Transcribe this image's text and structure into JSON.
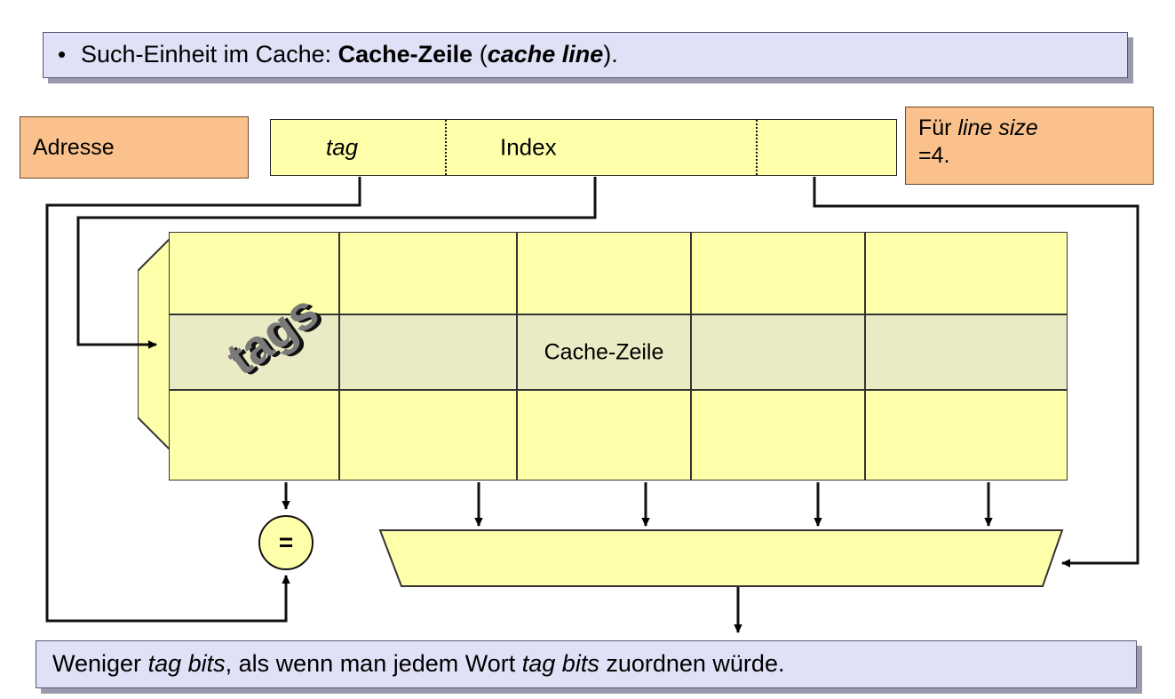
{
  "slide": {
    "top_note": {
      "bullet": "•",
      "text_plain": "Such-Einheit im Cache: Cache-Zeile (cache line).",
      "part1": "Such-Einheit im Cache: ",
      "part2_bold": "Cache-Zeile",
      "part3": " (",
      "part4_bold_italic": "cache line",
      "part5": ")."
    },
    "bottom_note": {
      "text_plain": "Weniger tag bits, als wenn man jedem Wort tag bits zuordnen würde.",
      "part1": "Weniger ",
      "part2_italic": "tag bits",
      "part3": ", als wenn man jedem Wort ",
      "part4_italic": "tag bits",
      "part5": " zuordnen würde."
    }
  },
  "address": {
    "label": "Adresse",
    "fields": [
      {
        "name": "tag",
        "label": "tag",
        "italic": true
      },
      {
        "name": "index",
        "label": "Index",
        "italic": false
      },
      {
        "name": "offset",
        "label": "",
        "italic": false
      }
    ]
  },
  "note": {
    "part1": "Für ",
    "part2_italic": "line size",
    "part3": "=4."
  },
  "cache": {
    "tags_label": "tags",
    "line_label": "Cache-Zeile",
    "rows": 3,
    "columns": 5,
    "highlight_row_index": 1,
    "comparator_symbol": "="
  },
  "colors": {
    "yellow": "#FFFFAA",
    "yellow_highlight": "#EAEAC4",
    "orange": "#FAC18C",
    "lavender": "#E0E0F6",
    "outline": "#333333",
    "tags_text": "#7A7A7A",
    "shadow": "#9A9AAE"
  }
}
